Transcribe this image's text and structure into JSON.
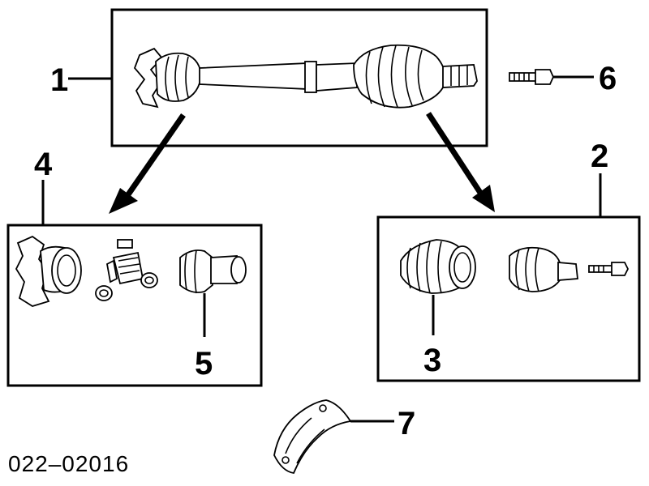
{
  "callouts": {
    "c1": "1",
    "c2": "2",
    "c3": "3",
    "c4": "4",
    "c5": "5",
    "c6": "6",
    "c7": "7"
  },
  "diagram_code": "022–02016"
}
